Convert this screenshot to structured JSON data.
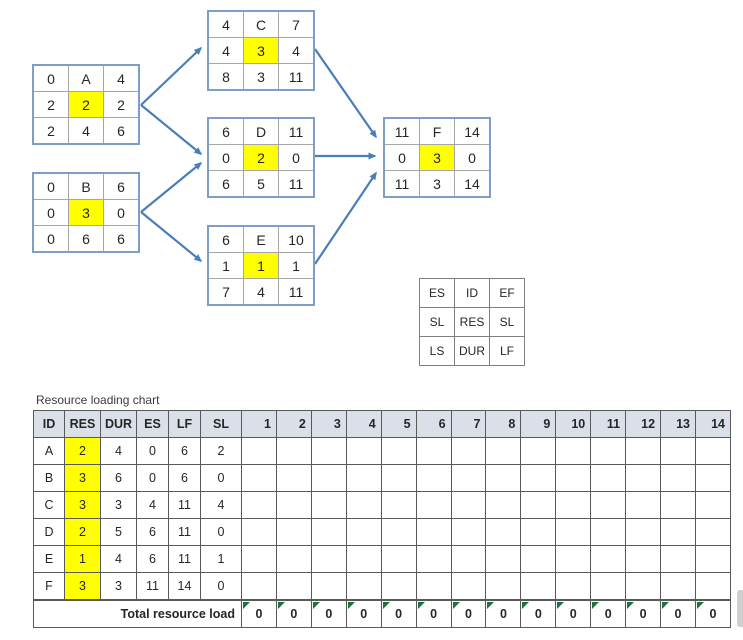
{
  "diagram": {
    "nodes": [
      {
        "id": "A",
        "cells": [
          [
            "0",
            "A",
            "4"
          ],
          [
            "2",
            "2",
            "2"
          ],
          [
            "2",
            "4",
            "6"
          ]
        ]
      },
      {
        "id": "B",
        "cells": [
          [
            "0",
            "B",
            "6"
          ],
          [
            "0",
            "3",
            "0"
          ],
          [
            "0",
            "6",
            "6"
          ]
        ]
      },
      {
        "id": "C",
        "cells": [
          [
            "4",
            "C",
            "7"
          ],
          [
            "4",
            "3",
            "4"
          ],
          [
            "8",
            "3",
            "11"
          ]
        ]
      },
      {
        "id": "D",
        "cells": [
          [
            "6",
            "D",
            "11"
          ],
          [
            "0",
            "2",
            "0"
          ],
          [
            "6",
            "5",
            "11"
          ]
        ]
      },
      {
        "id": "E",
        "cells": [
          [
            "6",
            "E",
            "10"
          ],
          [
            "1",
            "1",
            "1"
          ],
          [
            "7",
            "4",
            "11"
          ]
        ]
      },
      {
        "id": "F",
        "cells": [
          [
            "11",
            "F",
            "14"
          ],
          [
            "0",
            "3",
            "0"
          ],
          [
            "11",
            "3",
            "14"
          ]
        ]
      }
    ],
    "connections": [
      "A-C",
      "A-D",
      "B-D",
      "B-E",
      "C-F",
      "D-F",
      "E-F"
    ],
    "legend": {
      "cells": [
        [
          "ES",
          "ID",
          "EF"
        ],
        [
          "SL",
          "RES",
          "SL"
        ],
        [
          "LS",
          "DUR",
          "LF"
        ]
      ]
    }
  },
  "table": {
    "title": "Resource loading chart",
    "fixed_headers": [
      "ID",
      "RES",
      "DUR",
      "ES",
      "LF",
      "SL"
    ],
    "period_headers": [
      "1",
      "2",
      "3",
      "4",
      "5",
      "6",
      "7",
      "8",
      "9",
      "10",
      "11",
      "12",
      "13",
      "14"
    ],
    "rows": [
      {
        "cells": [
          "A",
          "2",
          "4",
          "0",
          "6",
          "2"
        ]
      },
      {
        "cells": [
          "B",
          "3",
          "6",
          "0",
          "6",
          "0"
        ]
      },
      {
        "cells": [
          "C",
          "3",
          "3",
          "4",
          "11",
          "4"
        ]
      },
      {
        "cells": [
          "D",
          "2",
          "5",
          "6",
          "11",
          "0"
        ]
      },
      {
        "cells": [
          "E",
          "1",
          "4",
          "6",
          "11",
          "1"
        ]
      },
      {
        "cells": [
          "F",
          "3",
          "3",
          "11",
          "14",
          "0"
        ]
      }
    ],
    "total_label": "Total resource load",
    "total_values": [
      "0",
      "0",
      "0",
      "0",
      "0",
      "0",
      "0",
      "0",
      "0",
      "0",
      "0",
      "0",
      "0",
      "0"
    ]
  },
  "colors": {
    "highlight_yellow": "#ffff00",
    "arrow_blue": "#4a7ebb",
    "node_border_blue": "#7f9dc7",
    "inner_grid_gray": "#a6a6a6",
    "table_border_gray": "#595959",
    "header_bg": "#dbe0e8",
    "comment_green": "#1e7145"
  }
}
